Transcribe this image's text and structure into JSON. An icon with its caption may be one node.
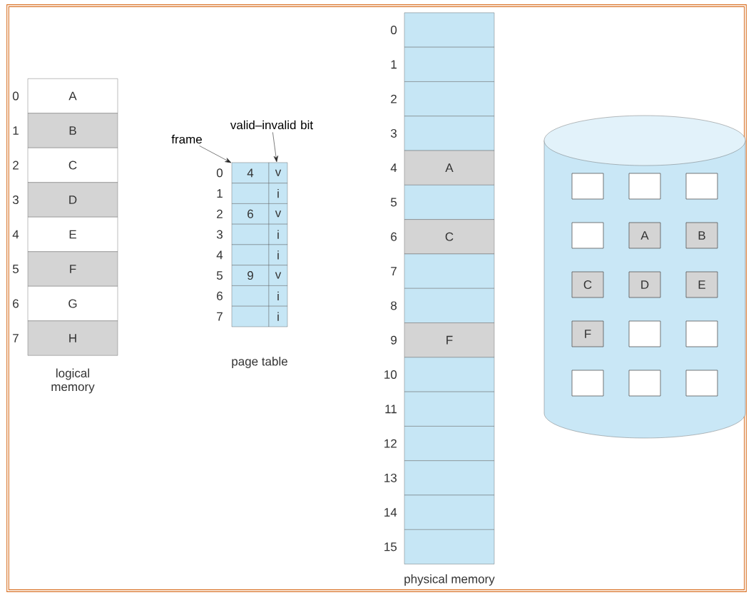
{
  "diagram": {
    "nodes": [
      {
        "text": [
          "A"
        ]
      },
      {
        "text": [
          "B"
        ]
      },
      {
        "text": [
          "C"
        ]
      },
      {
        "text": [
          "D"
        ]
      },
      {
        "text": [
          "E"
        ]
      },
      {
        "text": [
          "F"
        ]
      },
      {
        "text": [
          "G"
        ]
      },
      {
        "text": [
          "H"
        ]
      },
      {
        "text": [
          "frame"
        ]
      },
      {
        "text": [
          "valid–invalid bit"
        ]
      },
      {
        "text": [
          "4"
        ]
      },
      {
        "text": [
          "v"
        ]
      },
      {
        "text": [],
        "shape": "box"
      },
      {
        "text": [
          "i"
        ]
      },
      {
        "text": [
          "6"
        ]
      },
      {
        "text": [
          "v"
        ]
      },
      {
        "text": [],
        "shape": "box"
      },
      {
        "text": [
          "i"
        ]
      },
      {
        "text": [],
        "shape": "box"
      },
      {
        "text": [
          "i"
        ]
      },
      {
        "text": [
          "9"
        ]
      },
      {
        "text": [
          "v"
        ]
      },
      {
        "text": [],
        "shape": "box"
      },
      {
        "text": [
          "i"
        ]
      },
      {
        "text": [],
        "shape": "box"
      },
      {
        "text": [
          "i"
        ]
      },
      {
        "text": [],
        "shape": "box"
      },
      {
        "text": [],
        "shape": "box"
      },
      {
        "text": [],
        "shape": "box"
      },
      {
        "text": [],
        "shape": "box"
      },
      {
        "text": [
          "A"
        ]
      },
      {
        "text": [],
        "shape": "box"
      },
      {
        "text": [
          "C"
        ]
      },
      {
        "text": [],
        "shape": "box"
      },
      {
        "text": [],
        "shape": "box"
      },
      {
        "text": [
          "F"
        ]
      },
      {
        "text": [],
        "shape": "box"
      },
      {
        "text": [],
        "shape": "box"
      },
      {
        "text": [],
        "shape": "box"
      },
      {
        "text": [],
        "shape": "box"
      },
      {
        "text": [],
        "shape": "box"
      },
      {
        "text": [],
        "shape": "box"
      },
      {
        "text": [],
        "shape": "cylinder"
      },
      {
        "text": [],
        "shape": "box",
        "in": 42
      },
      {
        "text": [],
        "shape": "box",
        "in": 42
      },
      {
        "text": [],
        "shape": "box",
        "in": 42
      },
      {
        "text": [],
        "shape": "box",
        "in": 42
      },
      {
        "text": [
          "A"
        ],
        "in": 42
      },
      {
        "text": [
          "B"
        ],
        "in": 42
      },
      {
        "text": [
          "C"
        ],
        "in": 42
      },
      {
        "text": [
          "D"
        ],
        "in": 42
      },
      {
        "text": [
          "E"
        ],
        "in": 42
      },
      {
        "text": [
          "F"
        ],
        "in": 42
      },
      {
        "text": [],
        "shape": "box",
        "in": 42
      },
      {
        "text": [],
        "shape": "box",
        "in": 42
      },
      {
        "text": [],
        "shape": "box",
        "in": 42
      },
      {
        "text": [],
        "shape": "box",
        "in": 42
      },
      {
        "text": [],
        "shape": "box",
        "in": 42
      }
    ],
    "edges": [
      {
        "from": 8,
        "to": 10,
        "arrow": "to"
      },
      {
        "from": 9,
        "to": 11,
        "arrow": "to"
      }
    ],
    "labels": [
      "0",
      "1",
      "2",
      "3",
      "4",
      "5",
      "6",
      "7",
      "logical memory",
      "0",
      "1",
      "2",
      "3",
      "4",
      "5",
      "6",
      "7",
      "page table",
      "0",
      "1",
      "2",
      "3",
      "4",
      "5",
      "6",
      "7",
      "8",
      "9",
      "10",
      "11",
      "12",
      "13",
      "14",
      "15",
      "physical memory"
    ]
  }
}
